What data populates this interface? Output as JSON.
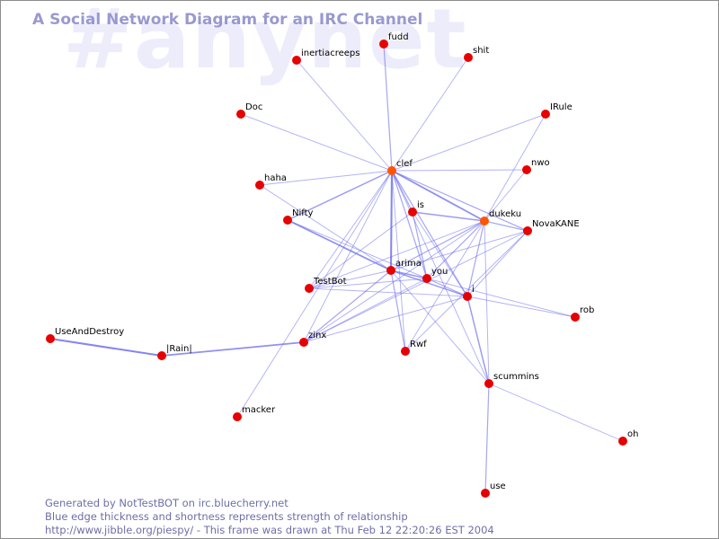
{
  "channel_watermark": "#anynet",
  "title": "A Social Network Diagram for an IRC Channel",
  "footer": {
    "line1": "Generated by NotTestBOT on irc.bluecherry.net",
    "line2": "Blue edge thickness and shortness represents strength of relationship",
    "line3": "http://www.jibble.org/piespy/ - This frame was drawn at Thu Feb 12 22:20:26 EST 2004"
  },
  "colors": {
    "node": "#e60000",
    "node_highlight": "#ff5500",
    "edge": "#6666ee",
    "title": "#9999d0",
    "watermark": "#ececfb",
    "footer": "#6e6ea8"
  },
  "nodes": [
    {
      "id": "clef",
      "label": "clef",
      "highlight": true
    },
    {
      "id": "dukeku",
      "label": "dukeku",
      "highlight": true
    },
    {
      "id": "arima",
      "label": "arima"
    },
    {
      "id": "you",
      "label": "you"
    },
    {
      "id": "is",
      "label": "is"
    },
    {
      "id": "i",
      "label": "i"
    },
    {
      "id": "NovaKANE",
      "label": "NovaKANE"
    },
    {
      "id": "Nifty",
      "label": "Nifty"
    },
    {
      "id": "TestBot",
      "label": "TestBot"
    },
    {
      "id": "zinx",
      "label": "zinx"
    },
    {
      "id": "Rwf",
      "label": "Rwf"
    },
    {
      "id": "scummins",
      "label": "scummins"
    },
    {
      "id": "rob",
      "label": "rob"
    },
    {
      "id": "oh",
      "label": "oh"
    },
    {
      "id": "use",
      "label": "use"
    },
    {
      "id": "macker",
      "label": "macker"
    },
    {
      "id": "Rain",
      "label": "|Rain|"
    },
    {
      "id": "UseAndDestroy",
      "label": "UseAndDestroy"
    },
    {
      "id": "haha",
      "label": "haha"
    },
    {
      "id": "Doc",
      "label": "Doc"
    },
    {
      "id": "inertiacreeps",
      "label": "inertiacreeps"
    },
    {
      "id": "fudd",
      "label": "fudd"
    },
    {
      "id": "shit",
      "label": "shit"
    },
    {
      "id": "IRule",
      "label": "IRule"
    },
    {
      "id": "nwo",
      "label": "nwo"
    }
  ],
  "edges": [
    {
      "source": "clef",
      "target": "fudd",
      "weight": 1.5
    },
    {
      "source": "clef",
      "target": "shit",
      "weight": 1
    },
    {
      "source": "clef",
      "target": "inertiacreeps",
      "weight": 1
    },
    {
      "source": "clef",
      "target": "Doc",
      "weight": 1
    },
    {
      "source": "clef",
      "target": "haha",
      "weight": 1
    },
    {
      "source": "clef",
      "target": "IRule",
      "weight": 1
    },
    {
      "source": "clef",
      "target": "nwo",
      "weight": 1
    },
    {
      "source": "clef",
      "target": "Nifty",
      "weight": 2
    },
    {
      "source": "clef",
      "target": "dukeku",
      "weight": 2.5
    },
    {
      "source": "clef",
      "target": "arima",
      "weight": 3
    },
    {
      "source": "clef",
      "target": "is",
      "weight": 1.5
    },
    {
      "source": "clef",
      "target": "you",
      "weight": 1.5
    },
    {
      "source": "clef",
      "target": "i",
      "weight": 1.5
    },
    {
      "source": "clef",
      "target": "NovaKANE",
      "weight": 1.5
    },
    {
      "source": "clef",
      "target": "TestBot",
      "weight": 1
    },
    {
      "source": "clef",
      "target": "zinx",
      "weight": 1
    },
    {
      "source": "clef",
      "target": "Rwf",
      "weight": 1
    },
    {
      "source": "clef",
      "target": "scummins",
      "weight": 1
    },
    {
      "source": "clef",
      "target": "macker",
      "weight": 1
    },
    {
      "source": "dukeku",
      "target": "is",
      "weight": 2
    },
    {
      "source": "dukeku",
      "target": "NovaKANE",
      "weight": 1.5
    },
    {
      "source": "dukeku",
      "target": "nwo",
      "weight": 1
    },
    {
      "source": "dukeku",
      "target": "IRule",
      "weight": 1
    },
    {
      "source": "dukeku",
      "target": "arima",
      "weight": 1.5
    },
    {
      "source": "dukeku",
      "target": "you",
      "weight": 1.5
    },
    {
      "source": "dukeku",
      "target": "i",
      "weight": 1.5
    },
    {
      "source": "dukeku",
      "target": "zinx",
      "weight": 1
    },
    {
      "source": "dukeku",
      "target": "Rwf",
      "weight": 1
    },
    {
      "source": "dukeku",
      "target": "TestBot",
      "weight": 1
    },
    {
      "source": "dukeku",
      "target": "scummins",
      "weight": 1
    },
    {
      "source": "Nifty",
      "target": "arima",
      "weight": 2.5
    },
    {
      "source": "Nifty",
      "target": "you",
      "weight": 1
    },
    {
      "source": "haha",
      "target": "arima",
      "weight": 1
    },
    {
      "source": "arima",
      "target": "you",
      "weight": 2
    },
    {
      "source": "arima",
      "target": "i",
      "weight": 2
    },
    {
      "source": "arima",
      "target": "TestBot",
      "weight": 1
    },
    {
      "source": "arima",
      "target": "zinx",
      "weight": 1.5
    },
    {
      "source": "arima",
      "target": "Rwf",
      "weight": 1.5
    },
    {
      "source": "arima",
      "target": "scummins",
      "weight": 1
    },
    {
      "source": "arima",
      "target": "NovaKANE",
      "weight": 1
    },
    {
      "source": "is",
      "target": "you",
      "weight": 1.5
    },
    {
      "source": "is",
      "target": "i",
      "weight": 1
    },
    {
      "source": "is",
      "target": "TestBot",
      "weight": 1
    },
    {
      "source": "you",
      "target": "i",
      "weight": 1.5
    },
    {
      "source": "you",
      "target": "TestBot",
      "weight": 1
    },
    {
      "source": "you",
      "target": "zinx",
      "weight": 1
    },
    {
      "source": "you",
      "target": "rob",
      "weight": 1
    },
    {
      "source": "i",
      "target": "rob",
      "weight": 1
    },
    {
      "source": "i",
      "target": "scummins",
      "weight": 2
    },
    {
      "source": "i",
      "target": "zinx",
      "weight": 1
    },
    {
      "source": "i",
      "target": "NovaKANE",
      "weight": 1
    },
    {
      "source": "i",
      "target": "TestBot",
      "weight": 1
    },
    {
      "source": "NovaKANE",
      "target": "Rwf",
      "weight": 1
    },
    {
      "source": "NovaKANE",
      "target": "zinx",
      "weight": 1
    },
    {
      "source": "scummins",
      "target": "oh",
      "weight": 1
    },
    {
      "source": "scummins",
      "target": "use",
      "weight": 1.5
    },
    {
      "source": "Rain",
      "target": "UseAndDestroy",
      "weight": 3
    },
    {
      "source": "Rain",
      "target": "zinx",
      "weight": 2.5
    }
  ]
}
